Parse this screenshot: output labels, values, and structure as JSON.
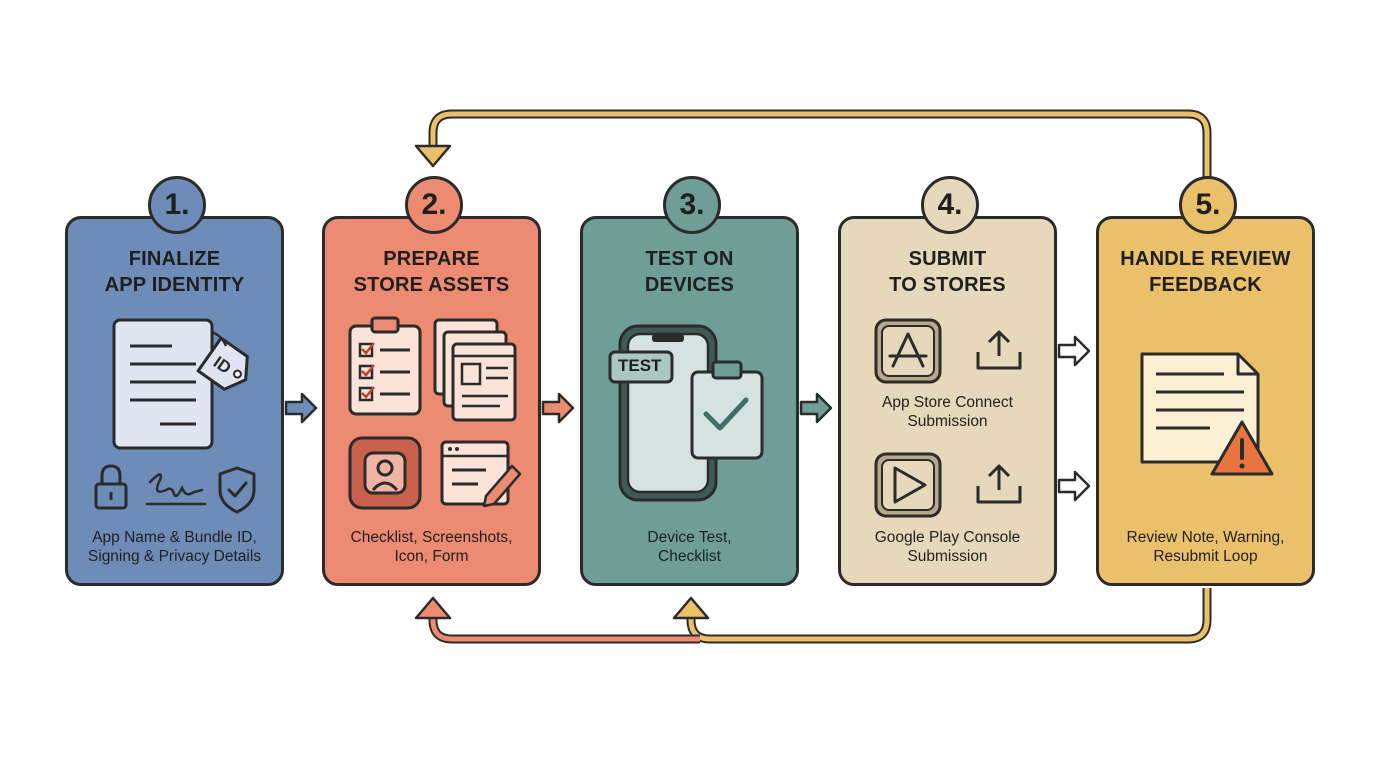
{
  "steps": [
    {
      "number": "1.",
      "title": [
        "FINALIZE",
        "APP IDENTITY"
      ],
      "caption": [
        "App Name & Bundle ID,",
        "Signing & Privacy Details"
      ],
      "icons": [
        "document-icon",
        "id-tag-icon",
        "lock-icon",
        "signature-icon",
        "shield-check-icon"
      ],
      "color": "#6e8cb8"
    },
    {
      "number": "2.",
      "title": [
        "PREPARE",
        "STORE ASSETS"
      ],
      "caption": [
        "Checklist, Screenshots,",
        "Icon, Form"
      ],
      "icons": [
        "checklist-clipboard-icon",
        "screenshots-stack-icon",
        "app-icon-avatar-icon",
        "form-pencil-icon"
      ],
      "color": "#ec8a72"
    },
    {
      "number": "3.",
      "title": [
        "TEST ON",
        "DEVICES"
      ],
      "caption": [
        "Device Test,",
        "Checklist"
      ],
      "test_chip": "TEST",
      "icons": [
        "phone-icon",
        "clipboard-check-icon"
      ],
      "color": "#6e9e96"
    },
    {
      "number": "4.",
      "title": [
        "SUBMIT",
        "TO STORES"
      ],
      "caption_top": [
        "App Store Connect",
        "Submission"
      ],
      "caption": [
        "Google Play Console",
        "Submission"
      ],
      "icons": [
        "app-store-icon",
        "upload-icon",
        "google-play-icon",
        "upload-icon"
      ],
      "color": "#e6d8bb"
    },
    {
      "number": "5.",
      "title": [
        "HANDLE REVIEW",
        "FEEDBACK"
      ],
      "caption": [
        "Review Note, Warning,",
        "Resubmit Loop"
      ],
      "icons": [
        "review-note-icon",
        "warning-icon"
      ],
      "color": "#ebc06a"
    }
  ],
  "loops": {
    "top_loop_color": "#ebc06a",
    "bottom_loop_color_left": "#ec8a72",
    "bottom_loop_color_right": "#ebc06a"
  },
  "colors": {
    "outline": "#2b2b2b",
    "badge_1": "#6e8cb8",
    "badge_2": "#ec8a72",
    "badge_3": "#6e9e96",
    "badge_4": "#e6d8bb",
    "badge_5": "#ebc06a"
  }
}
